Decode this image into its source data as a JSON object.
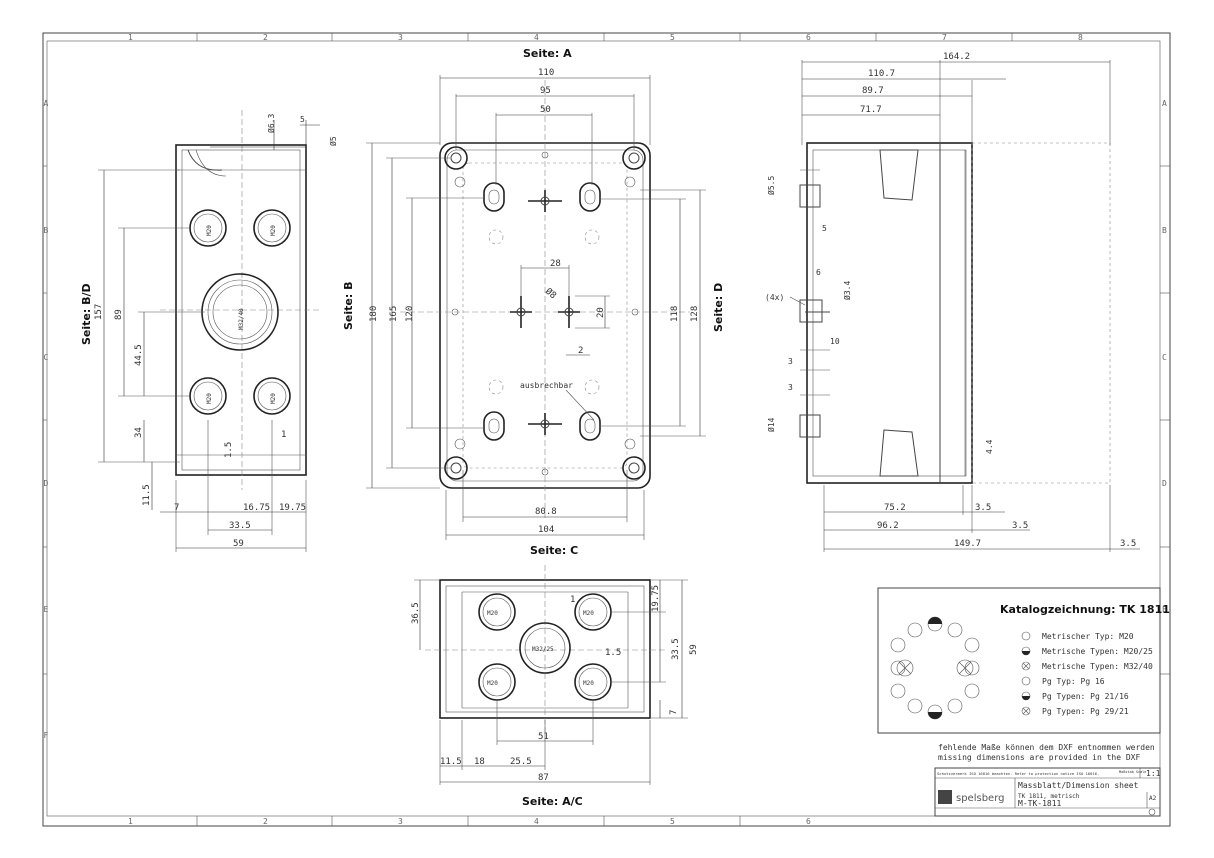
{
  "grid": {
    "columns": [
      "1",
      "2",
      "3",
      "4",
      "5",
      "6",
      "7",
      "8"
    ],
    "rows": [
      "A",
      "B",
      "C",
      "D",
      "E",
      "F"
    ]
  },
  "views": {
    "side_bd": {
      "label": "Seite: B/D",
      "dims": {
        "d63": "Ø6.3",
        "d5": "Ø5",
        "five": "5",
        "h157": "157",
        "h89": "89",
        "h445": "44.5",
        "h34": "34",
        "h115": "11.5",
        "w7": "7",
        "w1675": "16.75",
        "w1975": "19.75",
        "w335": "33.5",
        "w59": "59",
        "one": "1",
        "onefive": "1.5"
      },
      "knockouts": [
        "M20",
        "M20",
        "M32/40",
        "M20",
        "M20"
      ]
    },
    "front_a": {
      "label": "Seite: A",
      "dims": {
        "w110": "110",
        "w95": "95",
        "w50": "50",
        "h180": "180",
        "h165": "165",
        "h120": "120",
        "h118": "118",
        "h128": "128",
        "w28": "28",
        "d8": "Ø8",
        "h20": "20",
        "two": "2",
        "w808": "80.8",
        "w104": "104"
      },
      "note": "ausbrechbar",
      "label_b": "Seite: B",
      "label_d": "Seite: D"
    },
    "side_d": {
      "dims": {
        "w1642": "164.2",
        "w1107": "110.7",
        "w897": "89.7",
        "w717": "71.7",
        "d55": "Ø5.5",
        "five": "5",
        "six": "6",
        "d34": "Ø3.4",
        "fourx": "(4x)",
        "ten": "10",
        "three1": "3",
        "three2": "3",
        "d14": "Ø14",
        "h44": "4.4",
        "w752": "75.2",
        "w35a": "3.5",
        "w962": "96.2",
        "w35b": "3.5",
        "w1497": "149.7",
        "w35c": "3.5"
      }
    },
    "bottom_c": {
      "label": "Seite: C",
      "label_ac": "Seite: A/C",
      "dims": {
        "h365": "36.5",
        "h1975": "19.75",
        "h335": "33.5",
        "h59": "59",
        "h7": "7",
        "one": "1",
        "onefive": "1.5",
        "w51": "51",
        "w115": "11.5",
        "w18": "18",
        "w255": "25.5",
        "w87": "87"
      },
      "knockouts": [
        "M20",
        "M20",
        "M32/25",
        "M20",
        "M20"
      ]
    }
  },
  "catalog": {
    "title": "Katalogzeichnung: TK 1811",
    "legend": [
      {
        "symbol": "open",
        "text": "Metrischer Typ: M20"
      },
      {
        "symbol": "half",
        "text": "Metrische Typen: M20/25"
      },
      {
        "symbol": "cross",
        "text": "Metrische Typen: M32/40"
      },
      {
        "symbol": "open",
        "text": "Pg Typ: Pg 16"
      },
      {
        "symbol": "half",
        "text": "Pg Typen: Pg 21/16"
      },
      {
        "symbol": "cross",
        "text": "Pg Typen: Pg 29/21"
      }
    ]
  },
  "notes": {
    "line1": "fehlende Maße können dem DXF entnommen werden",
    "line2": "missing dimensions are provided in the DXF"
  },
  "title_block": {
    "protection": "Schutzvermerk ISO 16016 beachten. Refer to protection notice ISO 16016.",
    "scale_label": "Maßstab Scale",
    "scale": "1:1",
    "brand": "spelsberg",
    "title": "Massblatt/Dimension sheet",
    "subtitle": "TK 1811, metrisch",
    "number": "M-TK-1811",
    "format": "A2"
  },
  "colors": {
    "line": "#333333",
    "paper": "#ffffff",
    "hatch": "#999999"
  }
}
